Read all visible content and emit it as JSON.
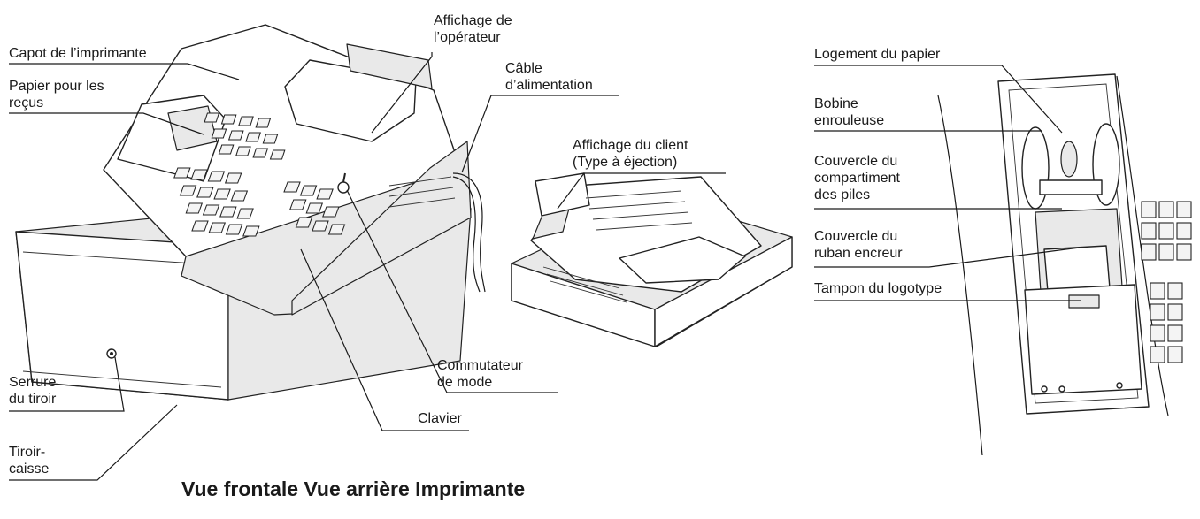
{
  "labels": {
    "printer_cover": "Capot de l’imprimante",
    "receipt_paper": "Papier pour les\nreçus",
    "operator_display": "Affichage de\nl’opérateur",
    "power_cord": "Câble\nd’alimentation",
    "customer_display": "Affichage du client\n(Type à éjection)",
    "mode_switch": "Commutateur\nde mode",
    "keyboard": "Clavier",
    "drawer_lock": "Serrure\ndu tiroir",
    "drawer": "Tiroir-\ncaisse",
    "paper_holder": "Logement du papier",
    "take_up_spool": "Bobine\nenrouleuse",
    "battery_cover": "Couvercle du\ncompartiment\ndes piles",
    "ink_ribbon_cover": "Couvercle du\nruban encreur",
    "logo_stamp": "Tampon du logotype"
  },
  "caption": "Vue frontale Vue arrière Imprimante"
}
